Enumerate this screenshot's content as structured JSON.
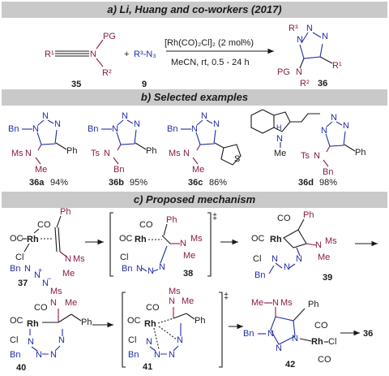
{
  "sections": {
    "a": "a) Li, Huang and co-workers (2017)",
    "b": "b) Selected examples",
    "c": "c) Proposed mechanism"
  },
  "reaction": {
    "reagent1_id": "35",
    "reagent2_id": "9",
    "product_id": "36",
    "plus": "+",
    "azide": "R³-N₃",
    "catalyst": "[Rh(CO)₂Cl]₂ (2 mol%)",
    "conditions": "MeCN, rt, 0.5 - 24 h",
    "labels": {
      "PG": "PG",
      "R1": "R¹",
      "R2": "R²",
      "R3": "R³",
      "N": "N"
    }
  },
  "examples": [
    {
      "id": "36a",
      "yield": "94%"
    },
    {
      "id": "36b",
      "yield": "95%"
    },
    {
      "id": "36c",
      "yield": "86%"
    },
    {
      "id": "36d",
      "yield": "98%"
    }
  ],
  "atoms": {
    "Bn": "Bn",
    "N": "N",
    "Ph": "Ph",
    "Me": "Me",
    "Ms": "Ms",
    "Ts": "Ts",
    "S": "S",
    "H": "H",
    "Rh": "Rh",
    "Cl": "Cl",
    "OC": "OC",
    "CO": "CO",
    "plus": "+",
    "minus": "−",
    "dagger": "‡"
  },
  "mechanism": {
    "intermediates": [
      "37",
      "38",
      "39",
      "40",
      "41",
      "42"
    ],
    "final": "36"
  }
}
